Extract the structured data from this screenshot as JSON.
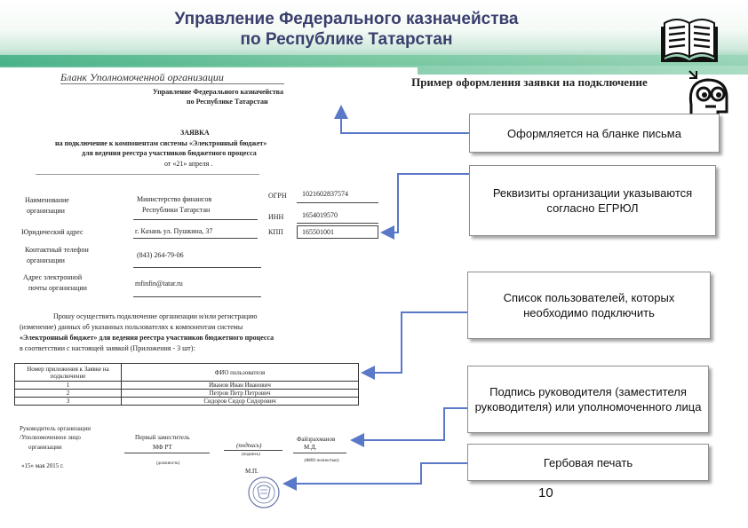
{
  "header": {
    "title_line1": "Управление Федерального казначейства",
    "title_line2": "по Республике Татарстан"
  },
  "form": {
    "blank_title": "Бланк Уполномоченной организации",
    "org_header_line1": "Управление Федерального казначейства",
    "org_header_line2": "по Республике Татарстан",
    "request_title": "ЗАЯВКА",
    "request_line1": "на подключение к компонентам системы «Электронный бюджет»",
    "request_line2": "для ведения реестра участников бюджетного процесса",
    "request_date": "от «21» апреля .",
    "fields": {
      "name_label_1": "Наименование",
      "name_label_2": "организации",
      "name_value_1": "Министерство финансов",
      "name_value_2": "Республики Татарстан",
      "address_label": "Юридический адрес",
      "address_value": "г. Казань ул. Пушкина, 37",
      "phone_label_1": "Контактный телефон",
      "phone_label_2": "организации",
      "phone_value": "(843) 264-79-06",
      "email_label_1": "Адрес электронной",
      "email_label_2": "почты организации",
      "email_value": "mfinfin@tatar.ru"
    },
    "ids": {
      "ogrn_label": "ОГРН",
      "ogrn_value": "1021602837574",
      "inn_label": "ИНН",
      "inn_value": "1654019570",
      "kpp_label": "КПП",
      "kpp_value": "165501001"
    },
    "body_lines": [
      "Прошу осуществить подключение организации и/или регистрацию",
      "(изменение) данных об указанных пользователях к компонентам системы",
      "«Электронный бюджет» для ведения реестра участников бюджетного процесса",
      "в соответствии с настоящей заявкой (Приложения - 3 шт):"
    ],
    "users_table": {
      "header_col1": "Номер приложения к Заявке на подключение",
      "header_col2": "ФИО пользователя",
      "rows": [
        {
          "num": "1",
          "name": "Иванов Иван Иванович"
        },
        {
          "num": "2",
          "name": "Петров Петр Петрович"
        },
        {
          "num": "3",
          "name": "Сидоров Сидор Сидорович"
        }
      ]
    },
    "signature": {
      "left_line1": "Руководитель организации",
      "left_line2": "/Уполномоченное лицо",
      "left_line3": "организации",
      "position": "Первый заместитель",
      "position_org": "МФ РТ",
      "position_caption": "(должность)",
      "sign": "(подпись)",
      "sign_caption": "(подпись)",
      "fio": "Файзрахманов",
      "fio_initials": "М.Д.",
      "fio_caption": "(ФИО полностью)",
      "stamp_label": "М.П.",
      "date": "«15» мая 2015 г."
    }
  },
  "example_title": "Пример оформления заявки на подключение",
  "callouts": {
    "letterhead": "Оформляется на бланке письма",
    "requisites": "Реквизиты организации указываются согласно ЕГРЮЛ",
    "users": "Список пользователей, которых необходимо подключить",
    "signature": "Подпись руководителя (заместителя руководителя) или уполномоченного лица",
    "seal": "Гербовая печать"
  },
  "page_number": "10",
  "colors": {
    "arrow": "#5a78c8",
    "title": "#3a3f6e",
    "header_green": "#4db489"
  }
}
